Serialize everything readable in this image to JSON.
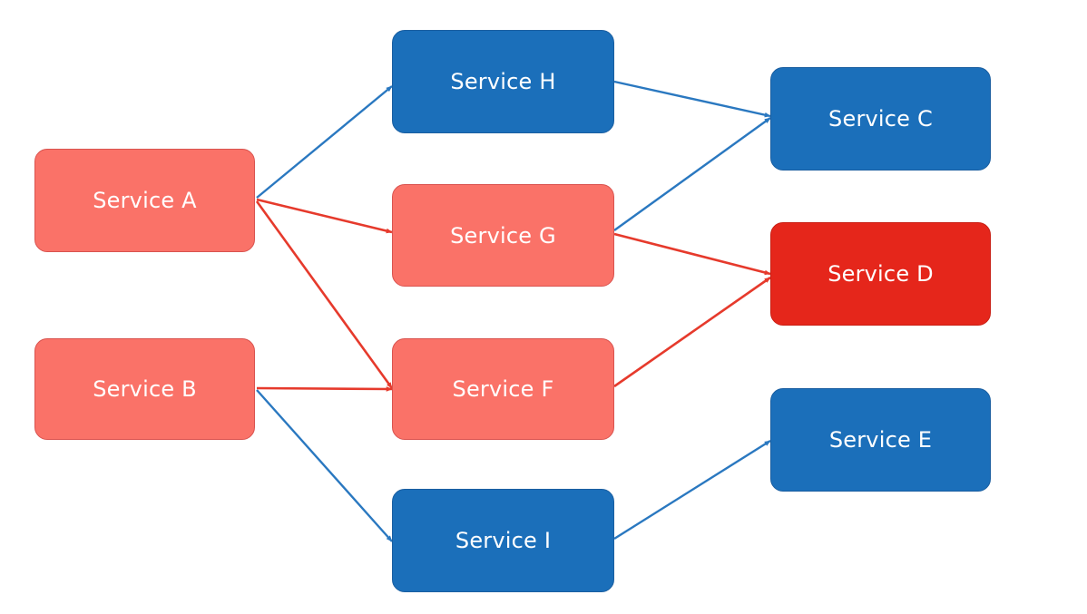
{
  "colors": {
    "healthy": "#1b6fba",
    "degraded": "#fa7268",
    "failed": "#e5261b",
    "blue_edge": "#2a78c0",
    "red_edge": "#e63a2c",
    "healthy_border": "#1a5ea0",
    "degraded_border": "#d9534f",
    "failed_border": "#c91f14"
  },
  "nodes": {
    "A": {
      "label": "Service A",
      "status": "degraded"
    },
    "B": {
      "label": "Service B",
      "status": "degraded"
    },
    "H": {
      "label": "Service H",
      "status": "healthy"
    },
    "G": {
      "label": "Service G",
      "status": "degraded"
    },
    "F": {
      "label": "Service F",
      "status": "degraded"
    },
    "I": {
      "label": "Service I",
      "status": "healthy"
    },
    "C": {
      "label": "Service C",
      "status": "healthy"
    },
    "D": {
      "label": "Service D",
      "status": "failed"
    },
    "E": {
      "label": "Service E",
      "status": "healthy"
    }
  },
  "edges": [
    {
      "from": "A",
      "to": "H",
      "color": "blue"
    },
    {
      "from": "A",
      "to": "G",
      "color": "red"
    },
    {
      "from": "A",
      "to": "F",
      "color": "red"
    },
    {
      "from": "B",
      "to": "F",
      "color": "red"
    },
    {
      "from": "B",
      "to": "I",
      "color": "blue"
    },
    {
      "from": "H",
      "to": "C",
      "color": "blue"
    },
    {
      "from": "G",
      "to": "C",
      "color": "blue"
    },
    {
      "from": "G",
      "to": "D",
      "color": "red"
    },
    {
      "from": "F",
      "to": "D",
      "color": "red"
    },
    {
      "from": "I",
      "to": "E",
      "color": "blue"
    }
  ]
}
